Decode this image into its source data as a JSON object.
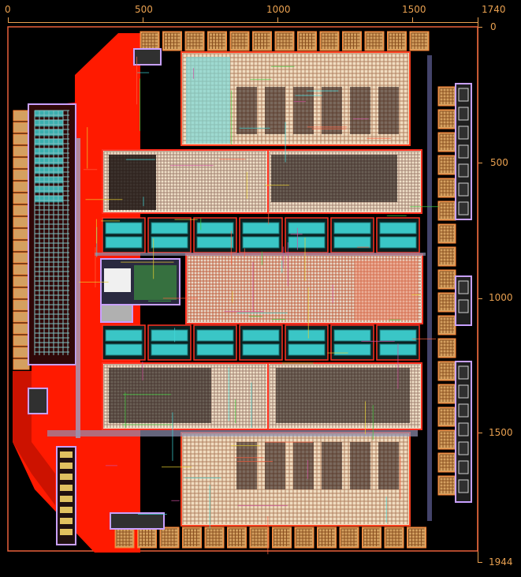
{
  "app": {
    "view": "IC layout viewer"
  },
  "ruler": {
    "top_ticks": [
      "0",
      "500",
      "1000",
      "1500",
      "1740"
    ],
    "right_ticks": [
      "0",
      "500",
      "1000",
      "1500",
      "1944"
    ]
  },
  "colors": {
    "background": "#000000",
    "ruler": "#e8a050",
    "boundary": "#e8603a",
    "metal_red": "#ff1a00",
    "pad_orange": "#d4a060",
    "fill_tan": "#f0dcc0",
    "cyan": "#40d8d8",
    "magenta": "#d050a0",
    "lilac": "#c8a0ff",
    "green": "#40d040",
    "yellow": "#e8d030"
  }
}
